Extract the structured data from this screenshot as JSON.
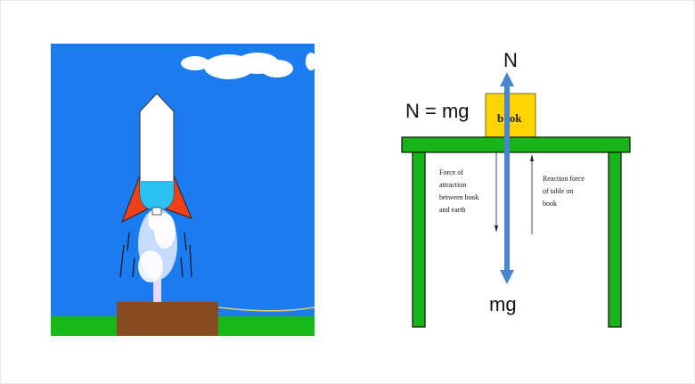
{
  "colors": {
    "sky": "#1a7cf0",
    "grass": "#18b818",
    "launch_pad": "#8a4a22",
    "rocket_body": "#ffffff",
    "rocket_water": "#2bc0f0",
    "rocket_fins": "#f0401a",
    "table": "#18b418",
    "book": "#ffd400",
    "normal_arrow": "#4a86d0"
  },
  "diagram": {
    "n_label": "N",
    "equation": "N = mg",
    "book_label": "book",
    "mg_label": "mg",
    "attraction_label": [
      "Force of",
      "attraction",
      "between book",
      "and earth"
    ],
    "reaction_label": [
      "Reaction force",
      "of table on",
      "book"
    ]
  }
}
